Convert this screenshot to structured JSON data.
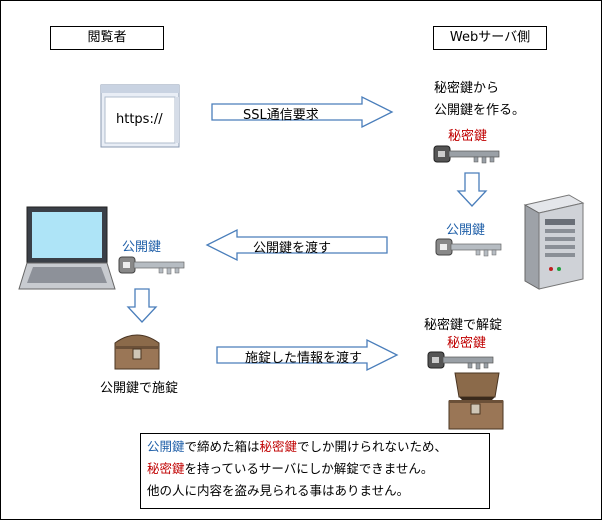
{
  "labels": {
    "viewer": "閲覧者",
    "server": "Webサーバ側",
    "browser_url": "https://",
    "ssl_request": "SSL通信要求",
    "server_creates_line1": "秘密鍵から",
    "server_creates_line2": "公開鍵を作る。",
    "private_key_1": "秘密鍵",
    "public_key_server": "公開鍵",
    "public_key_client": "公開鍵",
    "pass_public_key": "公開鍵を渡す",
    "lock_with_public_key": "公開鍵で施錠",
    "pass_locked_info": "施錠した情報を渡す",
    "unlock_with_private_key": "秘密鍵で解錠",
    "private_key_2": "秘密鍵"
  },
  "note": {
    "line1": {
      "a": "公開鍵",
      "b": "で締めた箱は",
      "c": "秘密鍵",
      "d": "でしか開けられないため、"
    },
    "line2": {
      "a": "秘密鍵",
      "b": "を持っているサーバにしか解錠できません。"
    },
    "line3": "他の人に内容を盗み見られる事はありません。"
  },
  "colors": {
    "private_key_text": "#c00000",
    "public_key_text": "#1f5fa8",
    "arrow_fill": "#ffffff",
    "arrow_stroke": "#4a7ebb"
  }
}
